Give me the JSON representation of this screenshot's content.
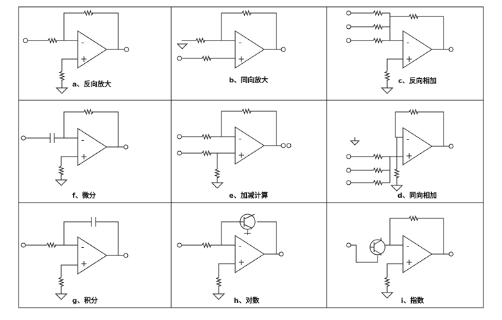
{
  "figure": {
    "panels": [
      {
        "id": "a",
        "caption": "a、反向放大"
      },
      {
        "id": "b",
        "caption": "b、同向放大"
      },
      {
        "id": "c",
        "caption": "c、反向相加"
      },
      {
        "id": "f",
        "caption": "f、微分"
      },
      {
        "id": "e",
        "caption": "e、加减计算"
      },
      {
        "id": "d",
        "caption": "d、同向相加"
      },
      {
        "id": "g",
        "caption": "g、积分"
      },
      {
        "id": "h",
        "caption": "h、对数"
      },
      {
        "id": "i",
        "caption": "i、指数"
      }
    ],
    "opamp_minus_label": "-",
    "opamp_plus_label": "+"
  },
  "colors": {
    "ink": "#222222",
    "background": "#ffffff"
  }
}
